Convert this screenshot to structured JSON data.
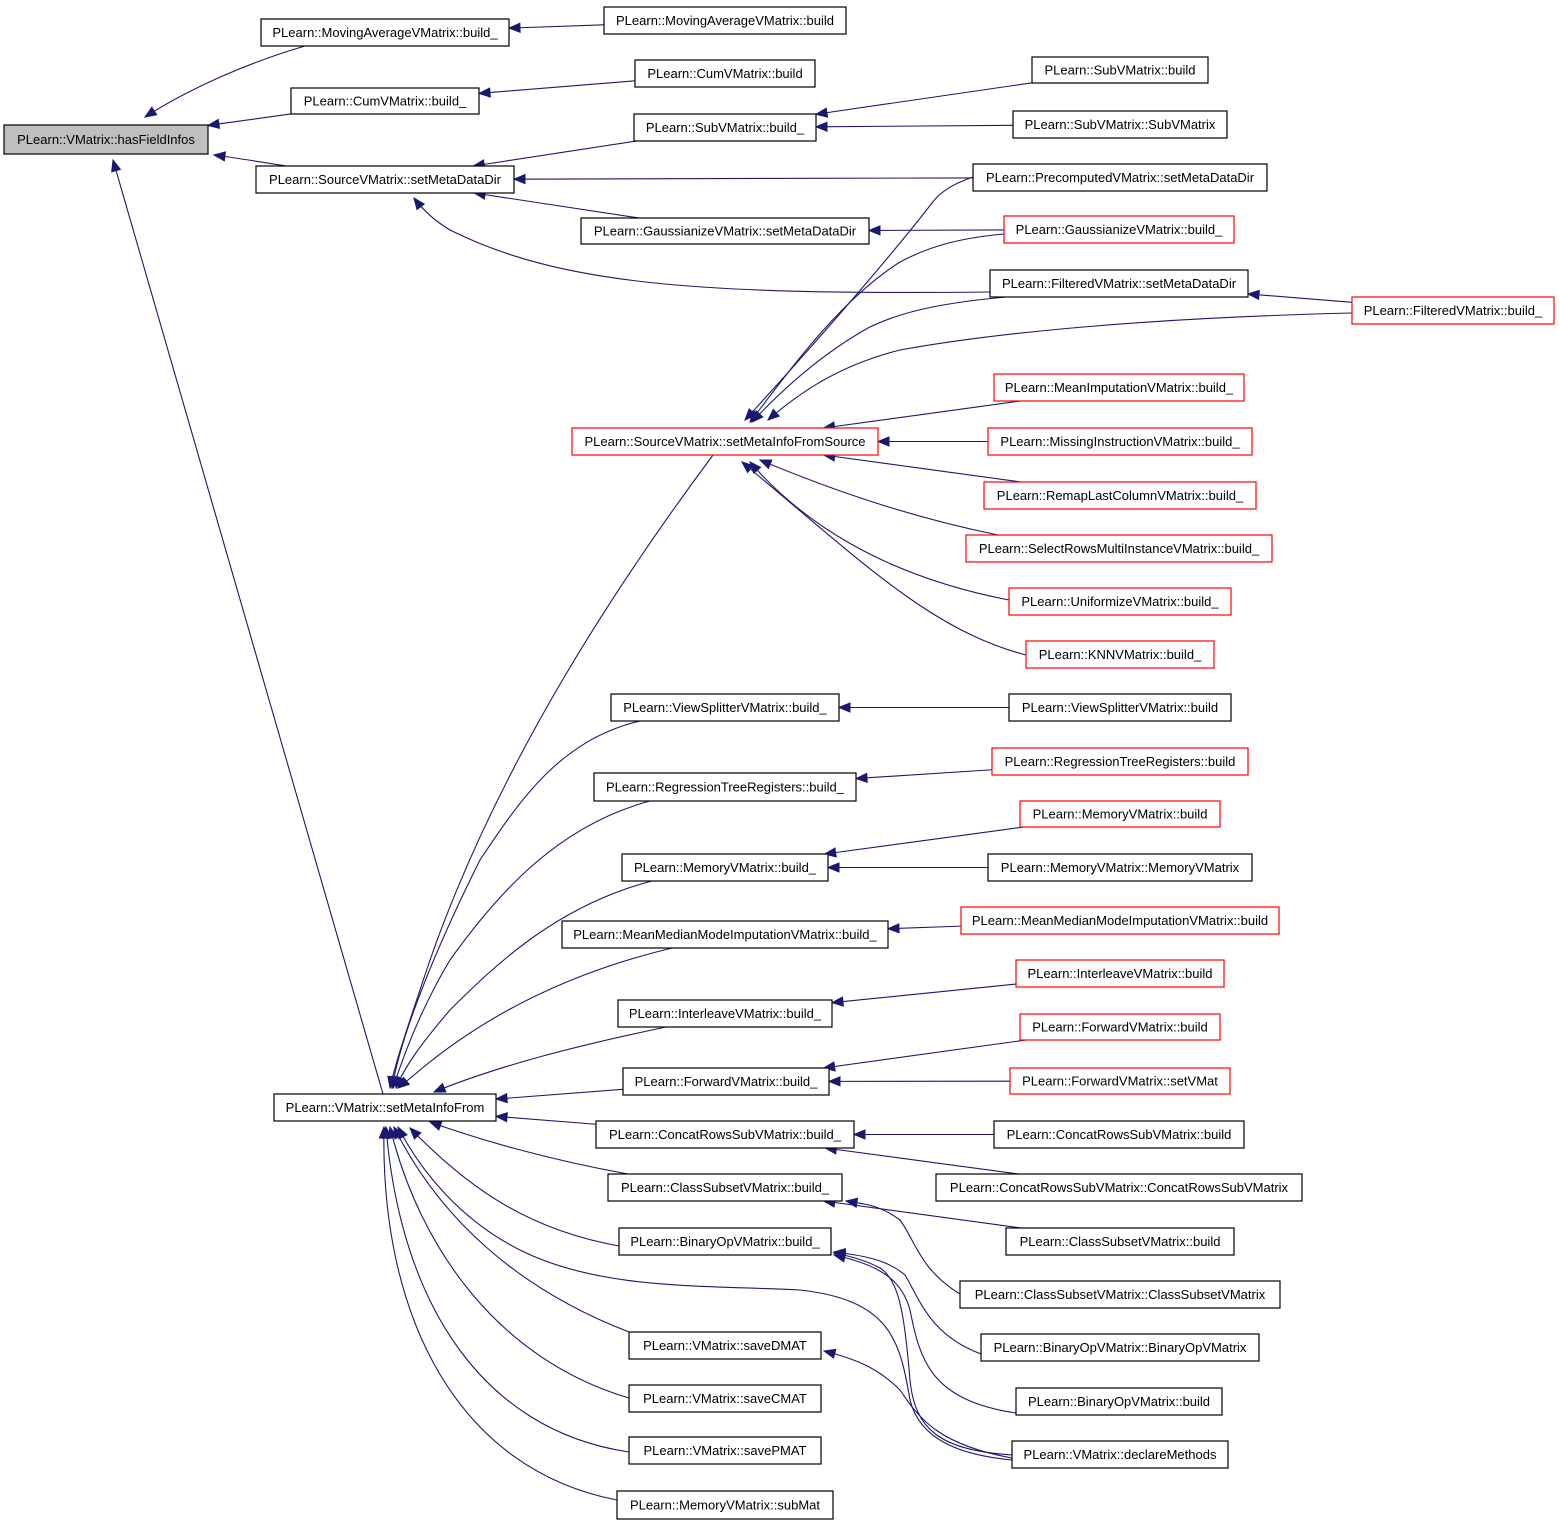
{
  "diagram": {
    "kind": "doxygen caller graph",
    "colors": {
      "edge": "#191970",
      "node_border_normal": "#000000",
      "node_border_truncated": "#ff0000",
      "node_fill_root": "#bfbfbf",
      "node_fill": "#ffffff"
    },
    "nodes": [
      {
        "id": "root",
        "label": "PLearn::VMatrix::hasFieldInfos",
        "style": "root"
      },
      {
        "id": "mav_b_",
        "label": "PLearn::MovingAverageVMatrix::build_",
        "style": "normal"
      },
      {
        "id": "mav_b",
        "label": "PLearn::MovingAverageVMatrix::build",
        "style": "normal"
      },
      {
        "id": "cum_b_",
        "label": "PLearn::CumVMatrix::build_",
        "style": "normal"
      },
      {
        "id": "cum_b",
        "label": "PLearn::CumVMatrix::build",
        "style": "normal"
      },
      {
        "id": "src_smdd",
        "label": "PLearn::SourceVMatrix::setMetaDataDir",
        "style": "normal"
      },
      {
        "id": "sub_b_",
        "label": "PLearn::SubVMatrix::build_",
        "style": "normal"
      },
      {
        "id": "sub_b",
        "label": "PLearn::SubVMatrix::build",
        "style": "normal"
      },
      {
        "id": "sub_ctor",
        "label": "PLearn::SubVMatrix::SubVMatrix",
        "style": "normal"
      },
      {
        "id": "pre_smdd",
        "label": "PLearn::PrecomputedVMatrix::setMetaDataDir",
        "style": "normal"
      },
      {
        "id": "gau_smdd",
        "label": "PLearn::GaussianizeVMatrix::setMetaDataDir",
        "style": "normal"
      },
      {
        "id": "gau_b_",
        "label": "PLearn::GaussianizeVMatrix::build_",
        "style": "truncated"
      },
      {
        "id": "fil_smdd",
        "label": "PLearn::FilteredVMatrix::setMetaDataDir",
        "style": "normal"
      },
      {
        "id": "fil_b_",
        "label": "PLearn::FilteredVMatrix::build_",
        "style": "truncated"
      },
      {
        "id": "src_smifs",
        "label": "PLearn::SourceVMatrix::setMetaInfoFromSource",
        "style": "truncated"
      },
      {
        "id": "meanimp_b_",
        "label": "PLearn::MeanImputationVMatrix::build_",
        "style": "truncated"
      },
      {
        "id": "missing_b_",
        "label": "PLearn::MissingInstructionVMatrix::build_",
        "style": "truncated"
      },
      {
        "id": "remap_b_",
        "label": "PLearn::RemapLastColumnVMatrix::build_",
        "style": "truncated"
      },
      {
        "id": "selrows_b_",
        "label": "PLearn::SelectRowsMultiInstanceVMatrix::build_",
        "style": "truncated"
      },
      {
        "id": "unif_b_",
        "label": "PLearn::UniformizeVMatrix::build_",
        "style": "truncated"
      },
      {
        "id": "knn_b_",
        "label": "PLearn::KNNVMatrix::build_",
        "style": "truncated"
      },
      {
        "id": "vsplit_b_",
        "label": "PLearn::ViewSplitterVMatrix::build_",
        "style": "normal"
      },
      {
        "id": "vsplit_b",
        "label": "PLearn::ViewSplitterVMatrix::build",
        "style": "normal"
      },
      {
        "id": "regtree_b_",
        "label": "PLearn::RegressionTreeRegisters::build_",
        "style": "normal"
      },
      {
        "id": "regtree_b",
        "label": "PLearn::RegressionTreeRegisters::build",
        "style": "truncated"
      },
      {
        "id": "mem_b_",
        "label": "PLearn::MemoryVMatrix::build_",
        "style": "normal"
      },
      {
        "id": "mem_b",
        "label": "PLearn::MemoryVMatrix::build",
        "style": "truncated"
      },
      {
        "id": "mem_ctor",
        "label": "PLearn::MemoryVMatrix::MemoryVMatrix",
        "style": "normal"
      },
      {
        "id": "mmm_b_",
        "label": "PLearn::MeanMedianModeImputationVMatrix::build_",
        "style": "normal"
      },
      {
        "id": "mmm_b",
        "label": "PLearn::MeanMedianModeImputationVMatrix::build",
        "style": "truncated"
      },
      {
        "id": "inter_b_",
        "label": "PLearn::InterleaveVMatrix::build_",
        "style": "normal"
      },
      {
        "id": "inter_b",
        "label": "PLearn::InterleaveVMatrix::build",
        "style": "truncated"
      },
      {
        "id": "vm_smif",
        "label": "PLearn::VMatrix::setMetaInfoFrom",
        "style": "normal"
      },
      {
        "id": "fwd_b_",
        "label": "PLearn::ForwardVMatrix::build_",
        "style": "normal"
      },
      {
        "id": "fwd_b",
        "label": "PLearn::ForwardVMatrix::build",
        "style": "truncated"
      },
      {
        "id": "fwd_svm",
        "label": "PLearn::ForwardVMatrix::setVMat",
        "style": "truncated"
      },
      {
        "id": "crs_b_",
        "label": "PLearn::ConcatRowsSubVMatrix::build_",
        "style": "normal"
      },
      {
        "id": "crs_b",
        "label": "PLearn::ConcatRowsSubVMatrix::build",
        "style": "normal"
      },
      {
        "id": "crs_ctor",
        "label": "PLearn::ConcatRowsSubVMatrix::ConcatRowsSubVMatrix",
        "style": "normal"
      },
      {
        "id": "cls_b_",
        "label": "PLearn::ClassSubsetVMatrix::build_",
        "style": "normal"
      },
      {
        "id": "cls_b",
        "label": "PLearn::ClassSubsetVMatrix::build",
        "style": "normal"
      },
      {
        "id": "cls_ctor",
        "label": "PLearn::ClassSubsetVMatrix::ClassSubsetVMatrix",
        "style": "normal"
      },
      {
        "id": "bin_b_",
        "label": "PLearn::BinaryOpVMatrix::build_",
        "style": "normal"
      },
      {
        "id": "bin_ctor",
        "label": "PLearn::BinaryOpVMatrix::BinaryOpVMatrix",
        "style": "normal"
      },
      {
        "id": "bin_b",
        "label": "PLearn::BinaryOpVMatrix::build",
        "style": "normal"
      },
      {
        "id": "vm_dmat",
        "label": "PLearn::VMatrix::saveDMAT",
        "style": "normal"
      },
      {
        "id": "vm_decl",
        "label": "PLearn::VMatrix::declareMethods",
        "style": "normal"
      },
      {
        "id": "vm_cmat",
        "label": "PLearn::VMatrix::saveCMAT",
        "style": "normal"
      },
      {
        "id": "vm_pmat",
        "label": "PLearn::VMatrix::savePMAT",
        "style": "normal"
      },
      {
        "id": "mem_submat",
        "label": "PLearn::MemoryVMatrix::subMat",
        "style": "normal"
      }
    ],
    "edges": [
      [
        "mav_b_",
        "root"
      ],
      [
        "cum_b_",
        "root"
      ],
      [
        "src_smdd",
        "root"
      ],
      [
        "vm_smif",
        "root"
      ],
      [
        "mav_b",
        "mav_b_"
      ],
      [
        "cum_b",
        "cum_b_"
      ],
      [
        "sub_b_",
        "src_smdd"
      ],
      [
        "pre_smdd",
        "src_smdd"
      ],
      [
        "gau_smdd",
        "src_smdd"
      ],
      [
        "fil_smdd",
        "src_smdd"
      ],
      [
        "sub_b",
        "sub_b_"
      ],
      [
        "sub_ctor",
        "sub_b_"
      ],
      [
        "gau_b_",
        "gau_smdd"
      ],
      [
        "fil_b_",
        "fil_smdd"
      ],
      [
        "pre_smdd",
        "src_smifs"
      ],
      [
        "gau_b_",
        "src_smifs"
      ],
      [
        "fil_smdd",
        "src_smifs"
      ],
      [
        "fil_b_",
        "src_smifs"
      ],
      [
        "meanimp_b_",
        "src_smifs"
      ],
      [
        "missing_b_",
        "src_smifs"
      ],
      [
        "remap_b_",
        "src_smifs"
      ],
      [
        "selrows_b_",
        "src_smifs"
      ],
      [
        "unif_b_",
        "src_smifs"
      ],
      [
        "knn_b_",
        "src_smifs"
      ],
      [
        "src_smifs",
        "vm_smif"
      ],
      [
        "vsplit_b_",
        "vm_smif"
      ],
      [
        "regtree_b_",
        "vm_smif"
      ],
      [
        "mem_b_",
        "vm_smif"
      ],
      [
        "mmm_b_",
        "vm_smif"
      ],
      [
        "inter_b_",
        "vm_smif"
      ],
      [
        "fwd_b_",
        "vm_smif"
      ],
      [
        "crs_b_",
        "vm_smif"
      ],
      [
        "cls_b_",
        "vm_smif"
      ],
      [
        "bin_b_",
        "vm_smif"
      ],
      [
        "vm_decl",
        "vm_smif"
      ],
      [
        "vm_dmat",
        "vm_smif"
      ],
      [
        "vm_cmat",
        "vm_smif"
      ],
      [
        "vm_pmat",
        "vm_smif"
      ],
      [
        "mem_submat",
        "vm_smif"
      ],
      [
        "vsplit_b",
        "vsplit_b_"
      ],
      [
        "regtree_b",
        "regtree_b_"
      ],
      [
        "mem_b",
        "mem_b_"
      ],
      [
        "mem_ctor",
        "mem_b_"
      ],
      [
        "mmm_b",
        "mmm_b_"
      ],
      [
        "inter_b",
        "inter_b_"
      ],
      [
        "fwd_b",
        "fwd_b_"
      ],
      [
        "fwd_svm",
        "fwd_b_"
      ],
      [
        "crs_b",
        "crs_b_"
      ],
      [
        "crs_ctor",
        "crs_b_"
      ],
      [
        "cls_b",
        "cls_b_"
      ],
      [
        "cls_ctor",
        "cls_b_"
      ],
      [
        "bin_ctor",
        "bin_b_"
      ],
      [
        "bin_b",
        "bin_b_"
      ],
      [
        "vm_decl",
        "bin_b_"
      ],
      [
        "vm_decl",
        "vm_dmat"
      ]
    ]
  }
}
